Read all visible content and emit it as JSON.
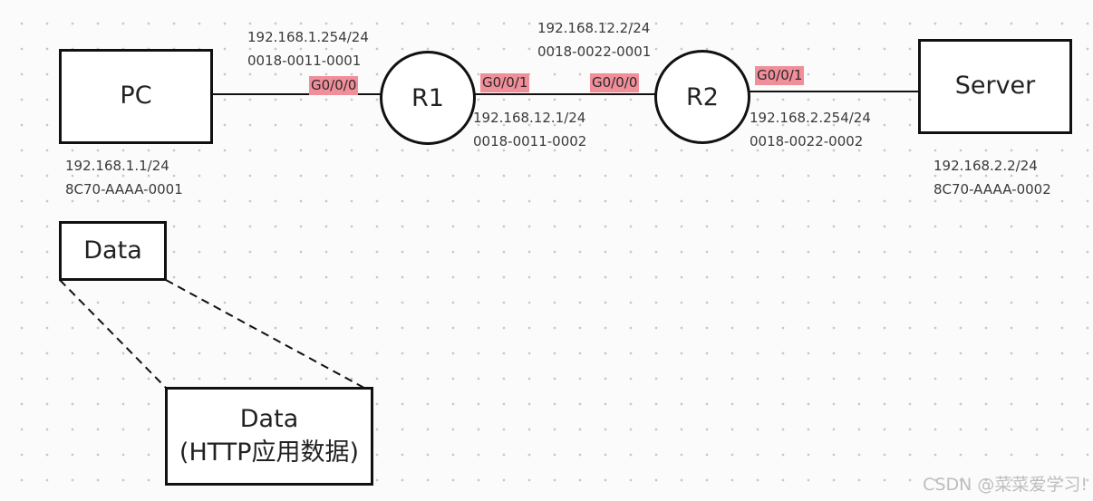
{
  "nodes": {
    "pc": {
      "label": "PC",
      "ip": "192.168.1.1/24",
      "mac": "8C70-AAAA-0001"
    },
    "r1": {
      "label": "R1"
    },
    "r2": {
      "label": "R2"
    },
    "server": {
      "label": "Server",
      "ip": "192.168.2.2/24",
      "mac": "8C70-AAAA-0002"
    }
  },
  "interfaces": {
    "r1_g000": {
      "port": "G0/0/0",
      "ip": "192.168.1.254/24",
      "mac": "0018-0011-0001"
    },
    "r1_g001": {
      "port": "G0/0/1",
      "ip": "192.168.12.1/24",
      "mac": "0018-0011-0002"
    },
    "r2_g000": {
      "port": "G0/0/0",
      "ip": "192.168.12.2/24",
      "mac": "0018-0022-0001"
    },
    "r2_g001": {
      "port": "G0/0/1",
      "ip": "192.168.2.254/24",
      "mac": "0018-0022-0002"
    }
  },
  "packet": {
    "label": "Data",
    "expanded_line1": "Data",
    "expanded_line2": "(HTTP应用数据)"
  },
  "watermark": "CSDN @菜菜爱学习!",
  "colors": {
    "port_highlight": "#f08e9a",
    "stroke": "#111111"
  }
}
